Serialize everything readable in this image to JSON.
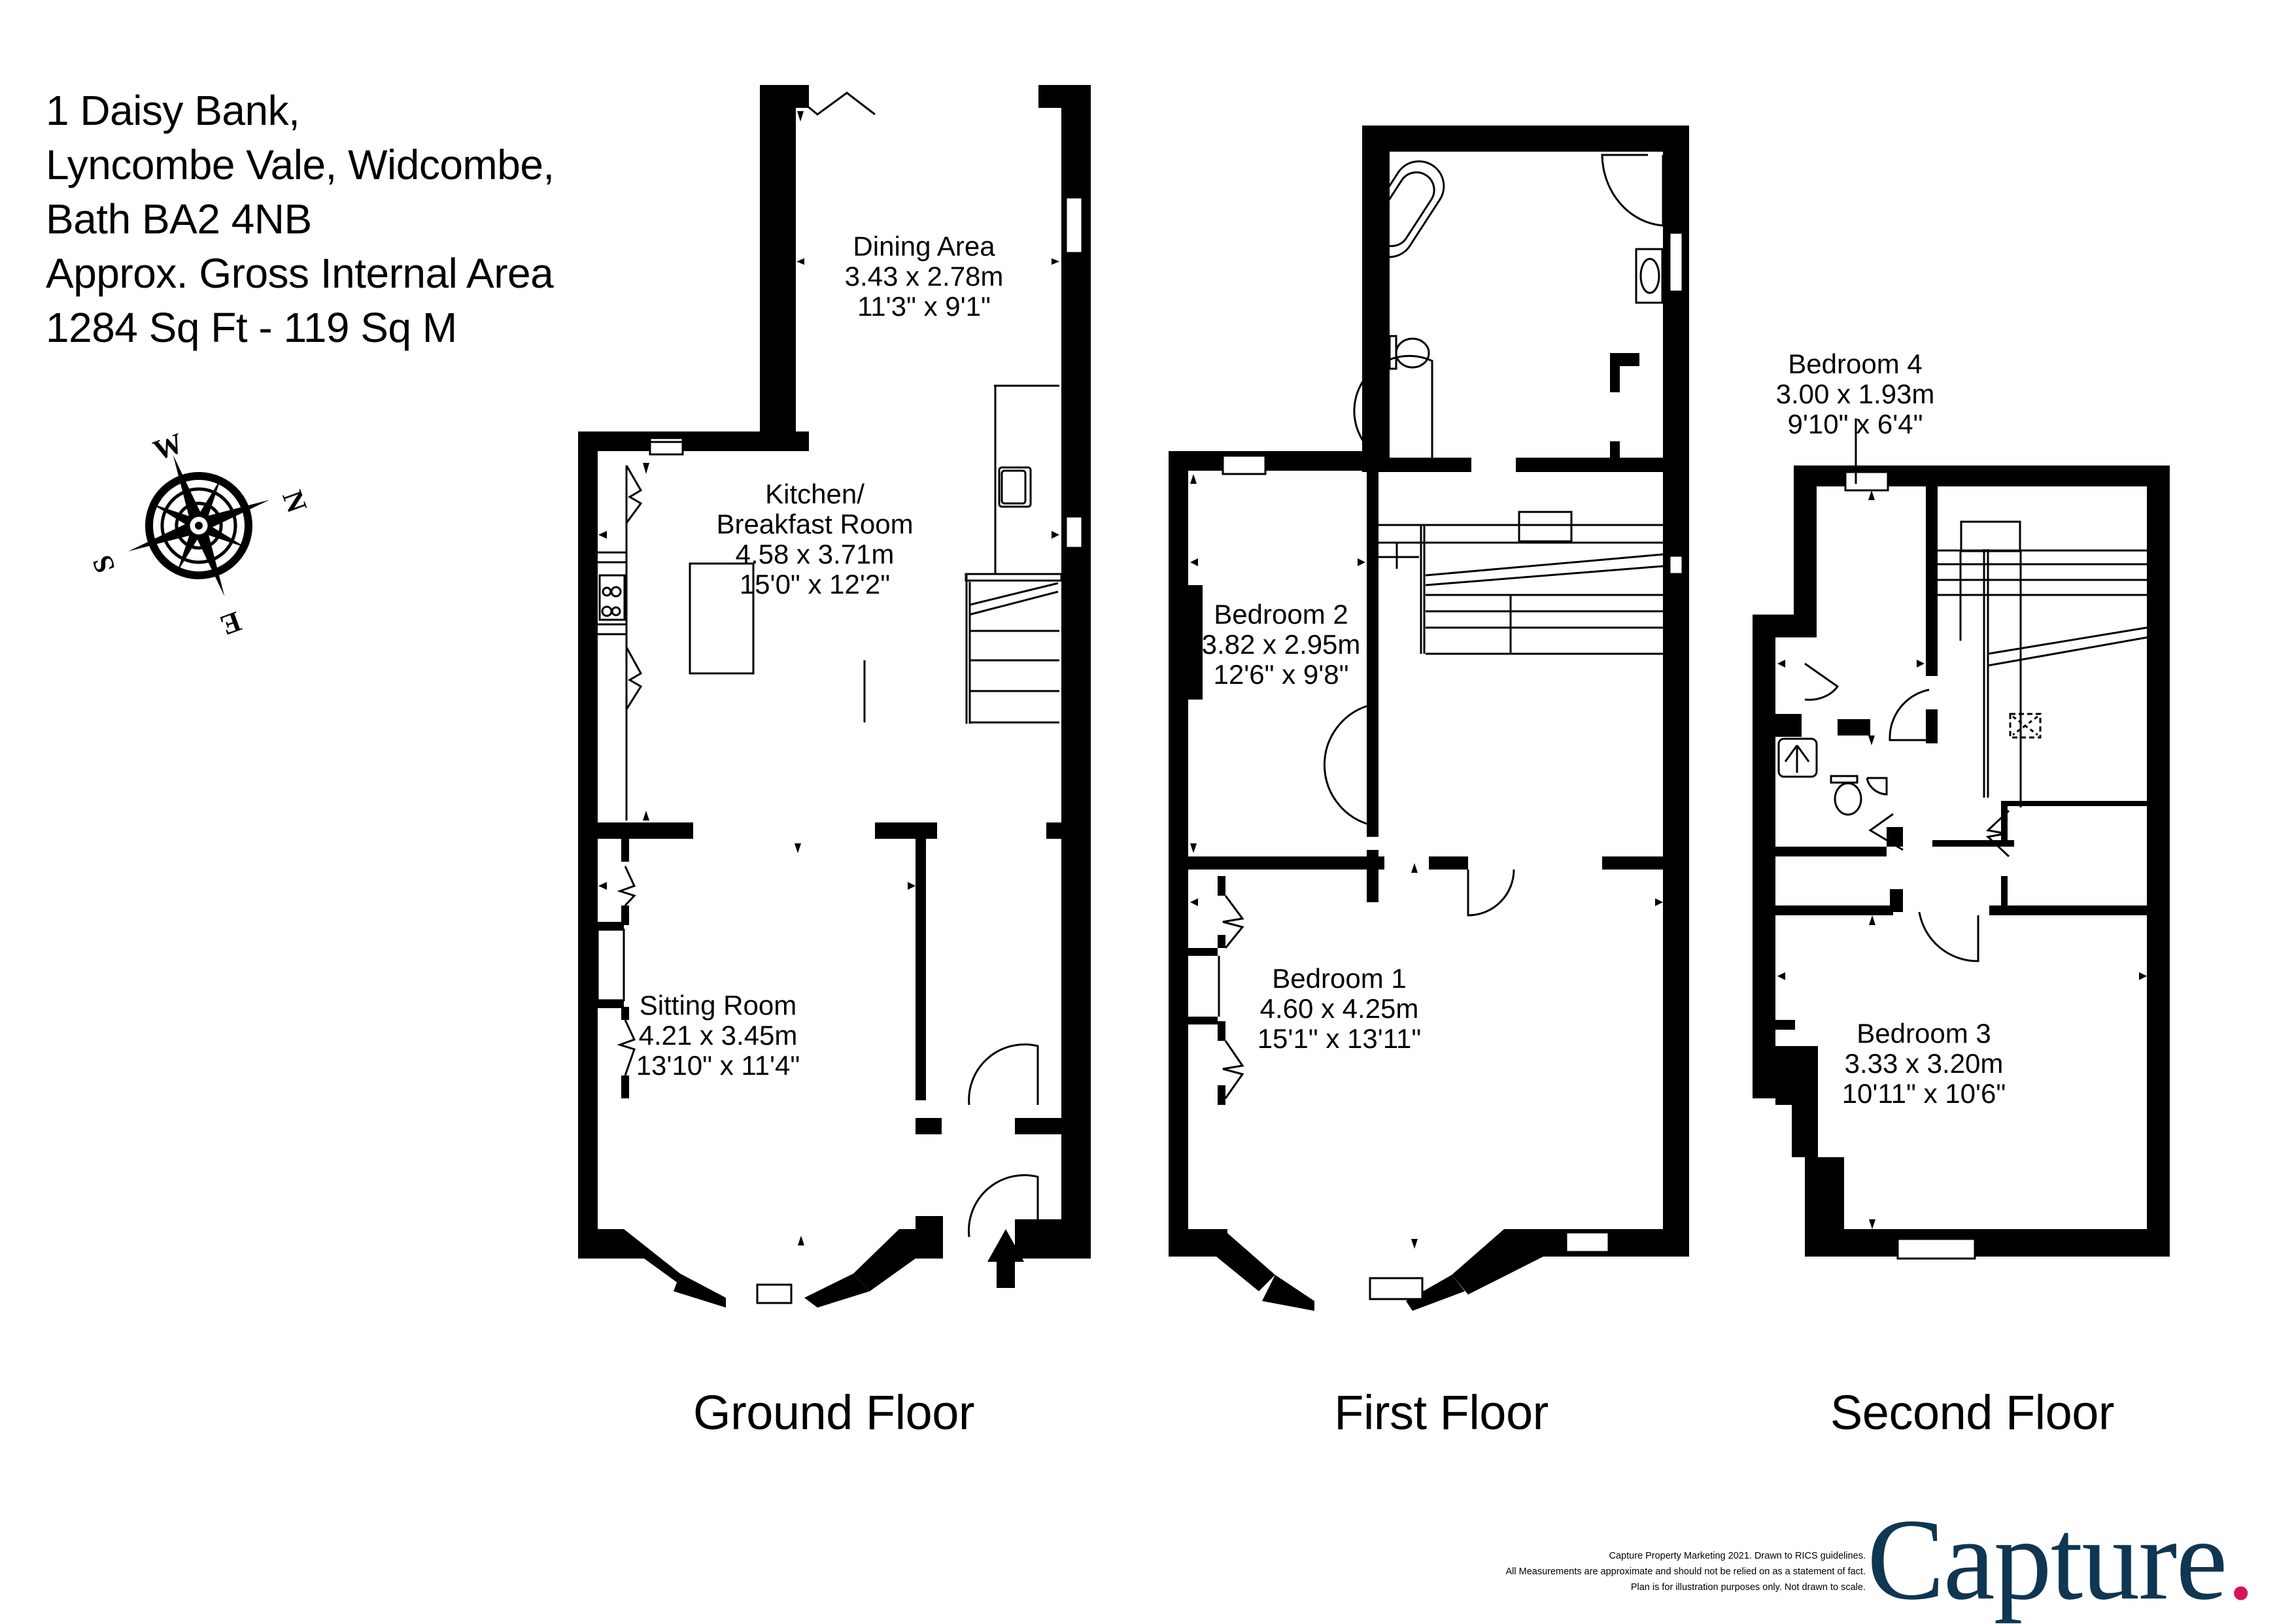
{
  "header": {
    "address_lines": [
      "1 Daisy Bank,",
      "Lyncombe Vale, Widcombe,",
      "Bath BA2 4NB",
      "Approx. Gross Internal Area",
      "1284 Sq Ft  -  119 Sq M"
    ]
  },
  "compass": {
    "icon": "compass-rose-icon",
    "labels": {
      "north": "N",
      "south": "S",
      "east": "E",
      "west": "W"
    }
  },
  "floors": [
    {
      "name": "Ground Floor",
      "rooms": [
        {
          "name": "Dining Area",
          "metric": "3.43 x 2.78m",
          "imperial": "11'3\" x 9'1\""
        },
        {
          "name": "Kitchen/\nBreakfast Room",
          "name_line1": "Kitchen/",
          "name_line2": "Breakfast Room",
          "metric": "4.58 x 3.71m",
          "imperial": "15'0\" x 12'2\""
        },
        {
          "name": "Sitting Room",
          "metric": "4.21 x 3.45m",
          "imperial": "13'10\" x 11'4\""
        }
      ],
      "entrance_icon": "entrance-arrow-icon"
    },
    {
      "name": "First Floor",
      "rooms": [
        {
          "name": "Bedroom 2",
          "metric": "3.82 x 2.95m",
          "imperial": "12'6\" x 9'8\""
        },
        {
          "name": "Bedroom 1",
          "metric": "4.60 x 4.25m",
          "imperial": "15'1\" x 13'11\""
        }
      ]
    },
    {
      "name": "Second Floor",
      "rooms": [
        {
          "name": "Bedroom 4",
          "metric": "3.00 x 1.93m",
          "imperial": "9'10\" x 6'4\""
        },
        {
          "name": "Bedroom 3",
          "metric": "3.33 x 3.20m",
          "imperial": "10'11\" x 10'6\""
        }
      ]
    }
  ],
  "footer": {
    "disclaimer": [
      "Capture Property Marketing 2021. Drawn to RICS guidelines.",
      "All Measurements are approximate and should not be relied on as a statement of fact.",
      "Plan is for illustration purposes only. Not drawn to scale."
    ],
    "logo_text": "Capture",
    "logo_dot": ".",
    "logo_color": "#0f3652",
    "logo_dot_color": "#d4145a"
  },
  "colors": {
    "wall": "#000000",
    "background": "#ffffff"
  }
}
